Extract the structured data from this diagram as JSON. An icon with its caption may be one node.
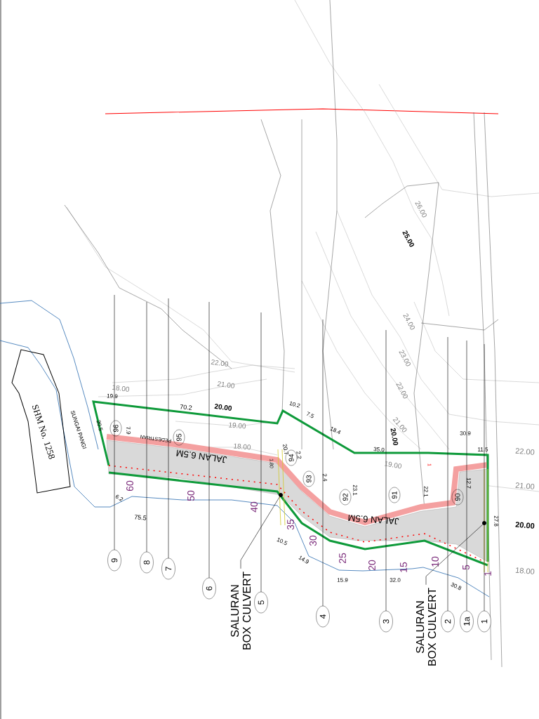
{
  "diagram": {
    "nodes": [
      {
        "text": [
          "SHM No. 1258"
        ]
      },
      {
        "text": [
          "9"
        ]
      },
      {
        "text": [
          "8"
        ]
      },
      {
        "text": [
          "7"
        ]
      },
      {
        "text": [
          "6"
        ]
      },
      {
        "text": [
          "5"
        ]
      },
      {
        "text": [
          "4"
        ]
      },
      {
        "text": [
          "3"
        ]
      },
      {
        "text": [
          "2"
        ]
      },
      {
        "text": [
          "1a"
        ]
      },
      {
        "text": [
          "1"
        ]
      },
      {
        "text": [
          "SALURAN BOX CULVERT"
        ]
      },
      {
        "text": [],
        "shape": "circle"
      },
      {
        "text": [
          "SALURAN BOX CULVERT"
        ]
      },
      {
        "text": [],
        "shape": "circle"
      },
      {
        "text": [
          "96"
        ]
      },
      {
        "text": [
          "95"
        ]
      },
      {
        "text": [
          "94"
        ]
      },
      {
        "text": [
          "93"
        ]
      },
      {
        "text": [
          "92"
        ]
      },
      {
        "text": [
          "91"
        ]
      },
      {
        "text": [
          "90"
        ]
      }
    ],
    "edges": [
      {
        "from": 11,
        "to": 12,
        "arrow": "none"
      },
      {
        "from": 13,
        "to": 14,
        "arrow": "none"
      }
    ],
    "labels": [
      "SUNGAI PANGI",
      "JALAN 6.5M",
      "PEDESTRIAN",
      "JALAN 6.5M",
      "18.00",
      "22.00",
      "21.00",
      "20.00",
      "19.00",
      "18.00",
      "26.00",
      "25.00",
      "24.00",
      "23.00",
      "22.00",
      "21.00",
      "20.00",
      "19.00",
      "22.00",
      "21.00",
      "20.00",
      "18.00",
      "19.9",
      "20.5",
      "7.9",
      "6.2",
      "70.2",
      "75.5",
      "1.80",
      "20.7",
      "10.2",
      "7.5",
      "18.4",
      "2.2",
      "2.4",
      "10.5",
      "14.9",
      "23.1",
      "15.9",
      "35.0",
      "32.0",
      "22.1",
      "30.9",
      "11.5",
      "12.7",
      "27.8",
      "30.8",
      "60",
      "50",
      "40",
      "35",
      "30",
      "25",
      "20",
      "15",
      "10",
      "5",
      "1",
      "1"
    ]
  }
}
